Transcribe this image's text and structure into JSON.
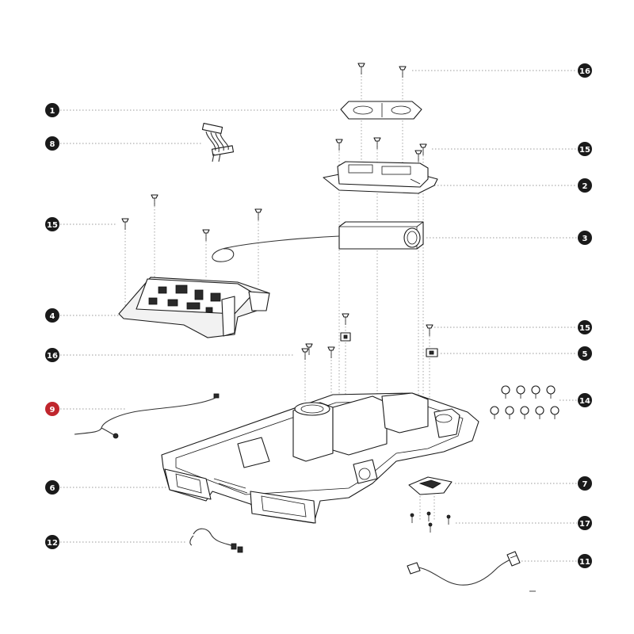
{
  "diagram": {
    "type": "exploded-parts-view",
    "callout_color": "#1a1a1a",
    "highlight_color": "#c0262d"
  },
  "callouts": [
    {
      "id": "c16a",
      "label": "16"
    },
    {
      "id": "c1",
      "label": "1"
    },
    {
      "id": "c8",
      "label": "8"
    },
    {
      "id": "c15a",
      "label": "15"
    },
    {
      "id": "c2",
      "label": "2"
    },
    {
      "id": "c15b",
      "label": "15"
    },
    {
      "id": "c3",
      "label": "3"
    },
    {
      "id": "c4",
      "label": "4"
    },
    {
      "id": "c15c",
      "label": "15"
    },
    {
      "id": "c16b",
      "label": "16"
    },
    {
      "id": "c5",
      "label": "5"
    },
    {
      "id": "c14",
      "label": "14"
    },
    {
      "id": "c9",
      "label": "9",
      "highlighted": true
    },
    {
      "id": "c6",
      "label": "6"
    },
    {
      "id": "c7",
      "label": "7"
    },
    {
      "id": "c17",
      "label": "17"
    },
    {
      "id": "c12",
      "label": "12"
    },
    {
      "id": "c11",
      "label": "11"
    }
  ]
}
